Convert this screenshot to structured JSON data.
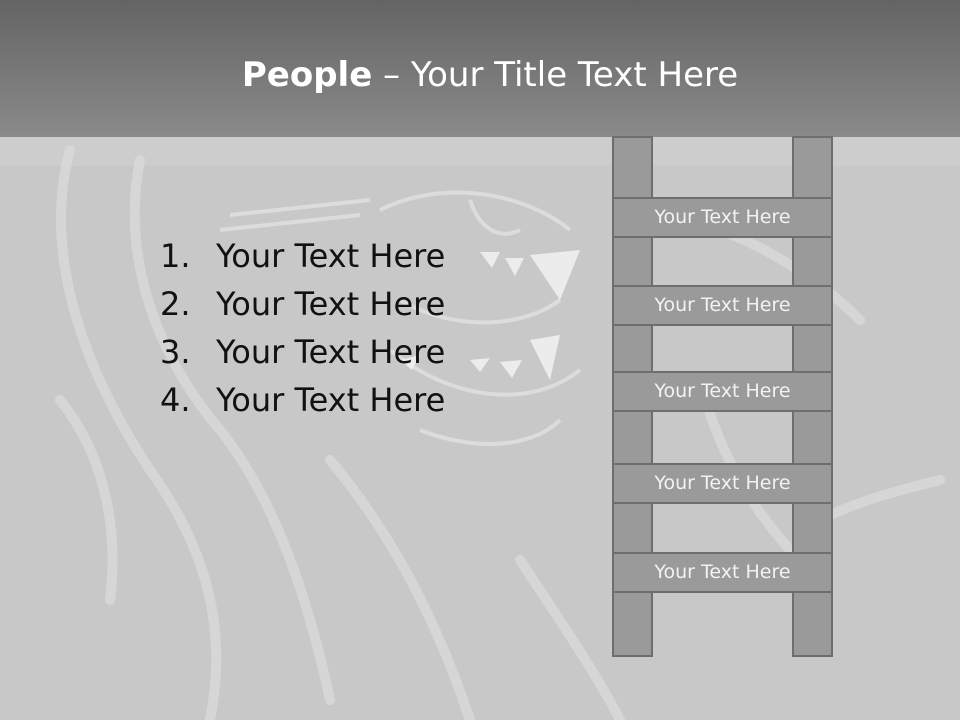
{
  "slide": {
    "title_bold": "People",
    "title_rest": " – Your Title Text Here",
    "list": [
      {
        "number": "1.",
        "text": "Your Text Here"
      },
      {
        "number": "2.",
        "text": "Your Text Here"
      },
      {
        "number": "3.",
        "text": "Your Text Here"
      },
      {
        "number": "4.",
        "text": "Your Text Here"
      }
    ],
    "ladder_rungs": [
      "Your Text Here",
      "Your Text Here",
      "Your Text Here",
      "Your Text Here",
      "Your Text Here"
    ]
  },
  "colors": {
    "header": "#7a7a7a",
    "background": "#c8c8c8",
    "ladder_fill": "#9a9a9a",
    "ladder_border": "#6e6e6e"
  }
}
